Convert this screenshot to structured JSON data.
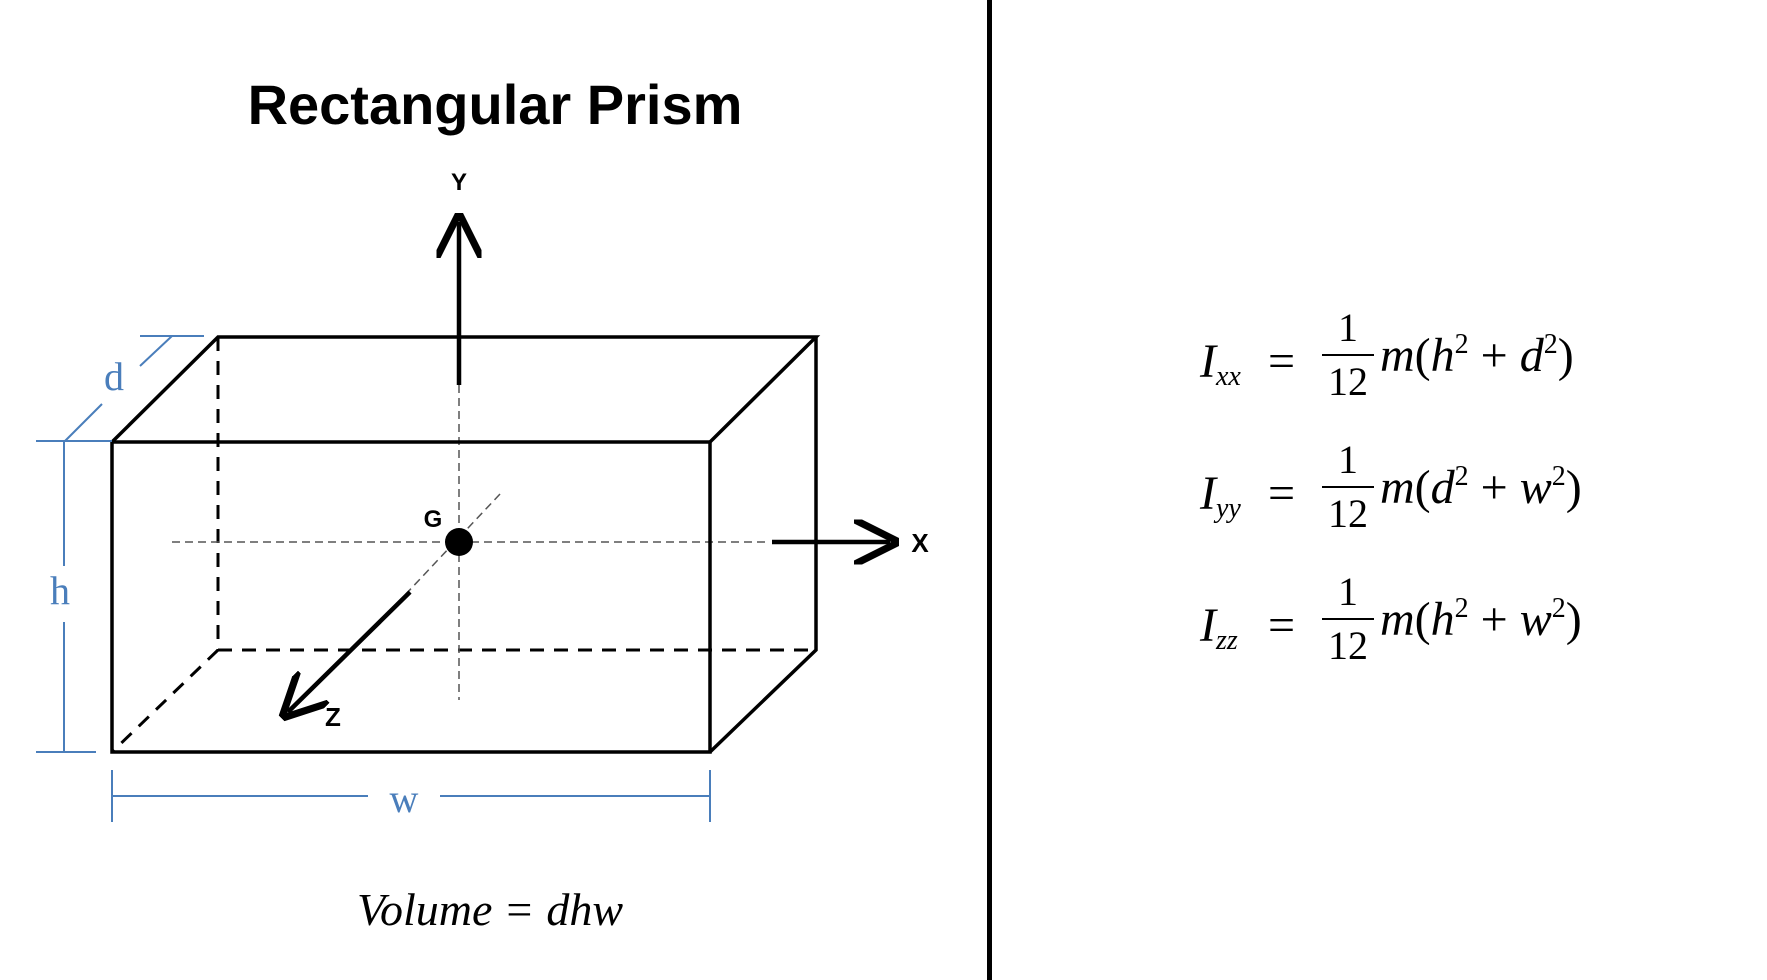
{
  "title": "Rectangular Prism",
  "labels": {
    "axis_x": "X",
    "axis_y": "Y",
    "axis_z": "Z",
    "center": "G",
    "depth": "d",
    "height": "h",
    "width": "w"
  },
  "volume": {
    "lhs": "Volume",
    "eq": "=",
    "rhs": "dhw"
  },
  "formulas": [
    {
      "name": "I",
      "sub": "xx",
      "eq": "=",
      "num": "1",
      "den": "12",
      "mass": "m",
      "a": "h",
      "b": "d",
      "exp": "2",
      "plus": "+"
    },
    {
      "name": "I",
      "sub": "yy",
      "eq": "=",
      "num": "1",
      "den": "12",
      "mass": "m",
      "a": "d",
      "b": "w",
      "exp": "2",
      "plus": "+"
    },
    {
      "name": "I",
      "sub": "zz",
      "eq": "=",
      "num": "1",
      "den": "12",
      "mass": "m",
      "a": "h",
      "b": "w",
      "exp": "2",
      "plus": "+"
    }
  ],
  "colors": {
    "lines": "#000000",
    "dimension": "#4a7ebb"
  }
}
